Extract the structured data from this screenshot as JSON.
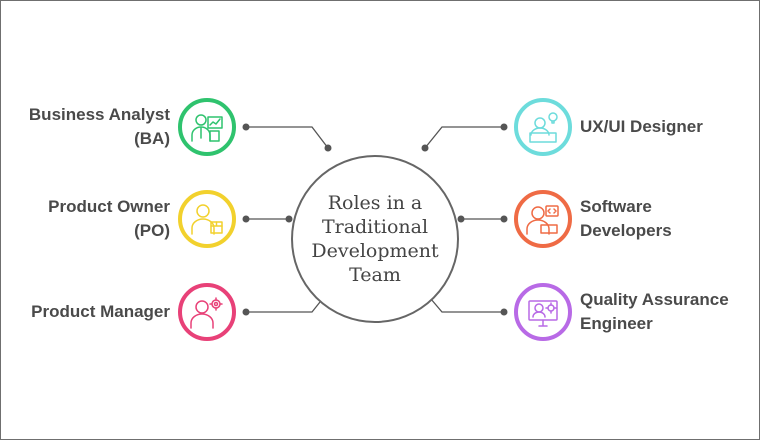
{
  "center": {
    "title": "Roles in a\nTraditional\nDevelopment\nTeam"
  },
  "roles": [
    {
      "label": "Business Analyst\n(BA)",
      "color": "#2fc36e",
      "icon": "business-analyst-icon"
    },
    {
      "label": "Product Owner\n(PO)",
      "color": "#f2d12d",
      "icon": "product-owner-icon"
    },
    {
      "label": "Product Manager",
      "color": "#e84178",
      "icon": "product-manager-icon"
    },
    {
      "label": "UX/UI Designer",
      "color": "#6ddcdc",
      "icon": "ux-ui-designer-icon"
    },
    {
      "label": "Software\nDevelopers",
      "color": "#ef6b45",
      "icon": "software-developer-icon"
    },
    {
      "label": "Quality Assurance\nEngineer",
      "color": "#b86ae6",
      "icon": "quality-assurance-icon"
    }
  ]
}
